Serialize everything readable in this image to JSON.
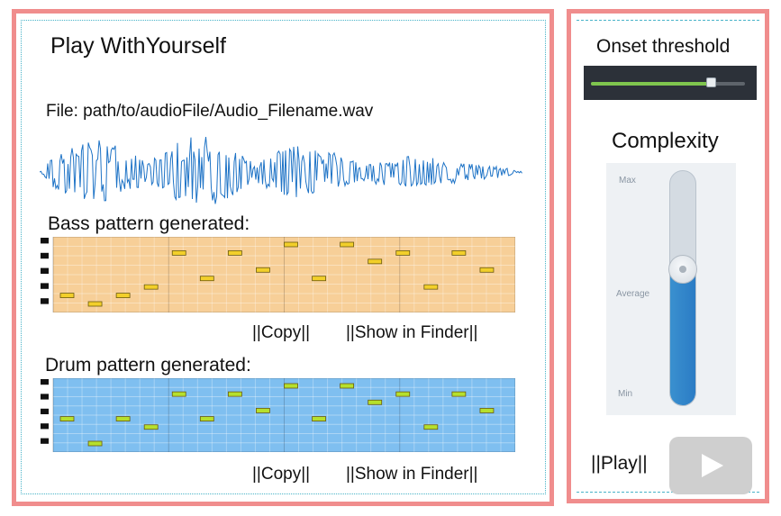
{
  "app": {
    "title": "Play WithYourself"
  },
  "file": {
    "label": "File: path/to/audioFile/Audio_Filename.wav"
  },
  "bass": {
    "label": "Bass pattern generated:",
    "copy_label": "||Copy||",
    "finder_label": "||Show in Finder||",
    "colors": {
      "background": "#f7cf98",
      "note": "#f2cf2a"
    },
    "notes": [
      {
        "start": 0,
        "pitch": 1
      },
      {
        "start": 1,
        "pitch": 0
      },
      {
        "start": 2,
        "pitch": 1
      },
      {
        "start": 3,
        "pitch": 2
      },
      {
        "start": 4,
        "pitch": 6
      },
      {
        "start": 5,
        "pitch": 3
      },
      {
        "start": 6,
        "pitch": 6
      },
      {
        "start": 7,
        "pitch": 4
      },
      {
        "start": 8,
        "pitch": 7
      },
      {
        "start": 9,
        "pitch": 3
      },
      {
        "start": 10,
        "pitch": 7
      },
      {
        "start": 11,
        "pitch": 5
      },
      {
        "start": 12,
        "pitch": 6
      },
      {
        "start": 13,
        "pitch": 2
      },
      {
        "start": 14,
        "pitch": 6
      },
      {
        "start": 15,
        "pitch": 4
      }
    ]
  },
  "drum": {
    "label": "Drum pattern generated:",
    "copy_label": "||Copy||",
    "finder_label": "||Show in Finder||",
    "colors": {
      "background": "#7fbff0",
      "note": "#b6e02c"
    },
    "notes": [
      {
        "start": 0,
        "pitch": 3
      },
      {
        "start": 1,
        "pitch": 0
      },
      {
        "start": 2,
        "pitch": 3
      },
      {
        "start": 3,
        "pitch": 2
      },
      {
        "start": 4,
        "pitch": 6
      },
      {
        "start": 5,
        "pitch": 3
      },
      {
        "start": 6,
        "pitch": 6
      },
      {
        "start": 7,
        "pitch": 4
      },
      {
        "start": 8,
        "pitch": 7
      },
      {
        "start": 9,
        "pitch": 3
      },
      {
        "start": 10,
        "pitch": 7
      },
      {
        "start": 11,
        "pitch": 5
      },
      {
        "start": 12,
        "pitch": 6
      },
      {
        "start": 13,
        "pitch": 2
      },
      {
        "start": 14,
        "pitch": 6
      },
      {
        "start": 15,
        "pitch": 4
      }
    ]
  },
  "controls": {
    "onset_label": "Onset threshold",
    "onset_value": 0.78,
    "complexity_label": "Complexity",
    "complexity_max": "Max",
    "complexity_avg": "Average",
    "complexity_min": "Min",
    "complexity_value": 0.58,
    "play_label": "||Play||",
    "play_icon": "play-triangle-icon"
  },
  "colors": {
    "border": "#f08d8d",
    "frame_line": "#49b3c8",
    "waveform": "#1e73c6"
  }
}
